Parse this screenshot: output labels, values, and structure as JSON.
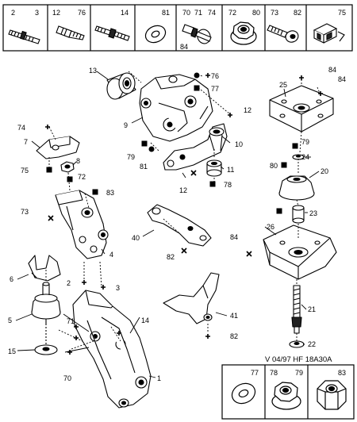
{
  "top_boxes": [
    {
      "labels": [
        "2",
        "3"
      ],
      "icon": "long-stud-icon"
    },
    {
      "labels": [
        "12",
        "76"
      ],
      "icon": "bolt-icon"
    },
    {
      "labels": [
        "14"
      ],
      "icon": "stud-with-collar-icon"
    },
    {
      "labels": [
        "81"
      ],
      "icon": "washer-icon"
    },
    {
      "labels": [
        "70",
        "71",
        "74"
      ],
      "extra_label": "84",
      "icon": "bolt-with-washer-icon"
    },
    {
      "labels": [
        "72",
        "80"
      ],
      "icon": "flange-nut-icon"
    },
    {
      "labels": [
        "73",
        "82"
      ],
      "icon": "socket-bolt-icon"
    },
    {
      "labels": [
        "75"
      ],
      "icon": "clip-nut-icon"
    }
  ],
  "bottom_boxes": [
    {
      "labels": [
        "77"
      ],
      "icon": "washer-icon"
    },
    {
      "labels": [
        "78",
        "79"
      ],
      "icon": "flange-nut-icon"
    },
    {
      "labels": [
        "83"
      ],
      "icon": "hex-nut-icon"
    }
  ],
  "reference": "V 04/97   HF 18A30A",
  "callouts": {
    "c1": "1",
    "c2": "2",
    "c3": "3",
    "c4": "4",
    "c5": "5",
    "c6": "6",
    "c7": "7",
    "c8": "8",
    "c9": "9",
    "c10": "10",
    "c11": "11",
    "c12a": "12",
    "c12b": "12",
    "c13": "13",
    "c14": "14",
    "c15": "15",
    "c20": "20",
    "c21": "21",
    "c22": "22",
    "c23": "23",
    "c24": "24",
    "c25": "25",
    "c26": "26",
    "c40": "40",
    "c41": "41",
    "c70": "70",
    "c71": "71",
    "c72": "72",
    "c73": "73",
    "c74": "74",
    "c75": "75",
    "c76": "76",
    "c77": "77",
    "c78": "78",
    "c79a": "79",
    "c79b": "79",
    "c80": "80",
    "c81": "81",
    "c82a": "82",
    "c82b": "82",
    "c83": "83",
    "c84a": "84",
    "c84b": "84",
    "c84c": "84"
  }
}
